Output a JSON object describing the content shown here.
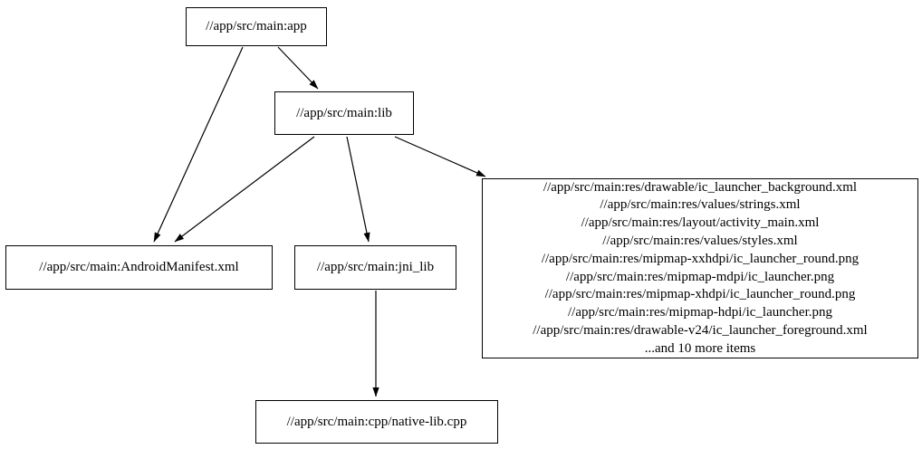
{
  "diagram": {
    "type": "dependency-graph",
    "background_color": "#ffffff",
    "node_border_color": "#000000",
    "edge_color": "#000000",
    "text_color": "#000000"
  },
  "nodes": {
    "app": {
      "label": "//app/src/main:app"
    },
    "lib": {
      "label": "//app/src/main:lib"
    },
    "manifest": {
      "label": "//app/src/main:AndroidManifest.xml"
    },
    "jni_lib": {
      "label": "//app/src/main:jni_lib"
    },
    "native_lib": {
      "label": "//app/src/main:cpp/native-lib.cpp"
    },
    "res": {
      "lines": [
        "//app/src/main:res/drawable/ic_launcher_background.xml",
        "//app/src/main:res/values/strings.xml",
        "//app/src/main:res/layout/activity_main.xml",
        "//app/src/main:res/values/styles.xml",
        "//app/src/main:res/mipmap-xxhdpi/ic_launcher_round.png",
        "//app/src/main:res/mipmap-mdpi/ic_launcher.png",
        "//app/src/main:res/mipmap-xhdpi/ic_launcher_round.png",
        "//app/src/main:res/mipmap-hdpi/ic_launcher.png",
        "//app/src/main:res/drawable-v24/ic_launcher_foreground.xml",
        "...and 10 more items"
      ]
    }
  },
  "edges": [
    {
      "from": "//app/src/main:app",
      "to": "//app/src/main:lib"
    },
    {
      "from": "//app/src/main:app",
      "to": "//app/src/main:AndroidManifest.xml"
    },
    {
      "from": "//app/src/main:lib",
      "to": "//app/src/main:AndroidManifest.xml"
    },
    {
      "from": "//app/src/main:lib",
      "to": "//app/src/main:jni_lib"
    },
    {
      "from": "//app/src/main:lib",
      "to": "res-file-group"
    },
    {
      "from": "//app/src/main:jni_lib",
      "to": "//app/src/main:cpp/native-lib.cpp"
    }
  ]
}
